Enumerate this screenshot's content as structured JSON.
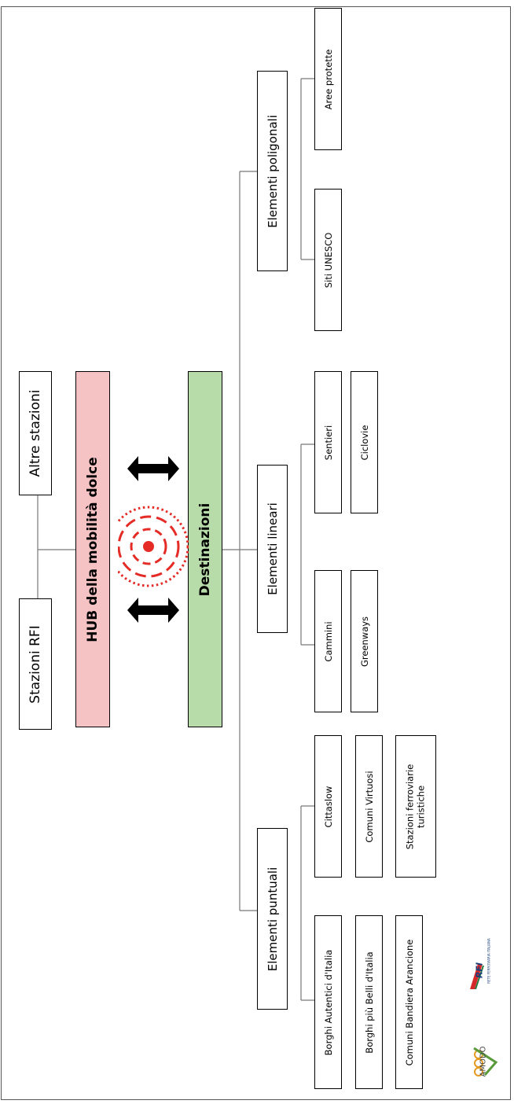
{
  "hub_section": {
    "stazioni_rfi": "Stazioni RFI",
    "altre_stazioni": "Altre stazioni",
    "hub": "HUB della mobilità dolce",
    "destinazioni": "Destinazioni"
  },
  "categories": {
    "puntuali": {
      "title": "Elementi puntuali",
      "items": [
        "Borghi Autentici d'Italia",
        "Borghi più Belli d'Italia",
        "Comuni Bandiera Arancione",
        "Cittaslow",
        "Comuni Virtuosi",
        "Stazioni ferroviarie turistiche"
      ]
    },
    "lineari": {
      "title": "Elementi lineari",
      "items": [
        "Cammini",
        "Greenways",
        "Sentieri",
        "Ciclovie"
      ]
    },
    "poligonali": {
      "title": "Elementi poligonali",
      "items": [
        "Siti UNESCO",
        "Aree protette"
      ]
    }
  },
  "logos": {
    "amodo": "AMODO",
    "rfi": "RFI",
    "rfi_sub": "RETE FERROVIARIA ITALIANA"
  },
  "colors": {
    "hub_fill": "#f5c3c3",
    "destinazioni_fill": "#b7dba9",
    "target_red": "#e52b26"
  }
}
